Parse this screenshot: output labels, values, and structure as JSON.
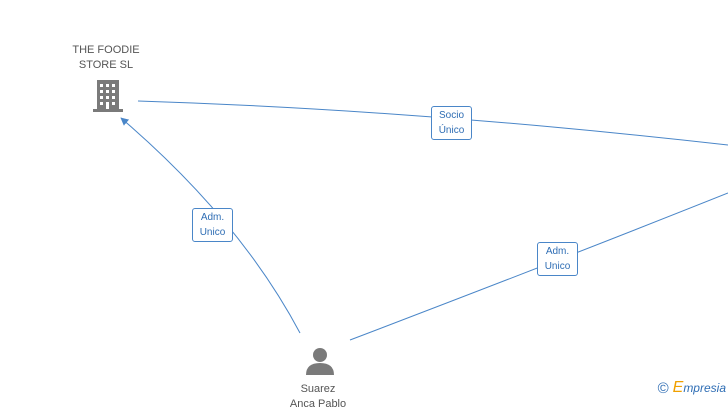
{
  "nodes": {
    "company": {
      "label": "THE FOODIE\nSTORE  SL",
      "icon": "building-icon"
    },
    "person": {
      "label": "Suarez\nAnca Pablo",
      "icon": "person-icon"
    }
  },
  "edges": [
    {
      "from": "company",
      "to": "offscreen-right",
      "label": "Socio\nÚnico"
    },
    {
      "from": "person",
      "to": "company",
      "label": "Adm.\nUnico"
    },
    {
      "from": "person",
      "to": "offscreen-right",
      "label": "Adm.\nUnico"
    }
  ],
  "watermark": {
    "symbol": "©",
    "first_letter": "E",
    "rest": "mpresia"
  },
  "colors": {
    "edge": "#4a86c8",
    "edge_text": "#2e6db4",
    "icon": "#7a7a7a",
    "label_text": "#555555"
  }
}
